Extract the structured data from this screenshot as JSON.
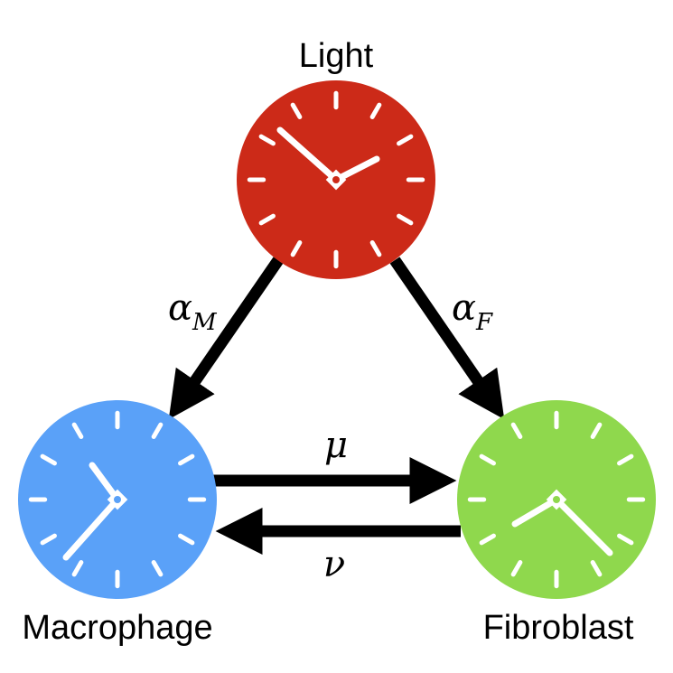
{
  "nodes": {
    "light": {
      "label": "Light",
      "color": "#cc2a18"
    },
    "macrophage": {
      "label": "Macrophage",
      "color": "#5aa1f8"
    },
    "fibroblast": {
      "label": "Fibroblast",
      "color": "#8fd84d"
    }
  },
  "edges": {
    "light_to_macrophage": {
      "symbol": "α",
      "subscript": "M"
    },
    "light_to_fibroblast": {
      "symbol": "α",
      "subscript": "F"
    },
    "macrophage_to_fibroblast": {
      "symbol": "μ"
    },
    "fibroblast_to_macrophage": {
      "symbol": "ν"
    }
  },
  "colors": {
    "arrow": "#000000",
    "clock_marks": "#ffffff"
  }
}
